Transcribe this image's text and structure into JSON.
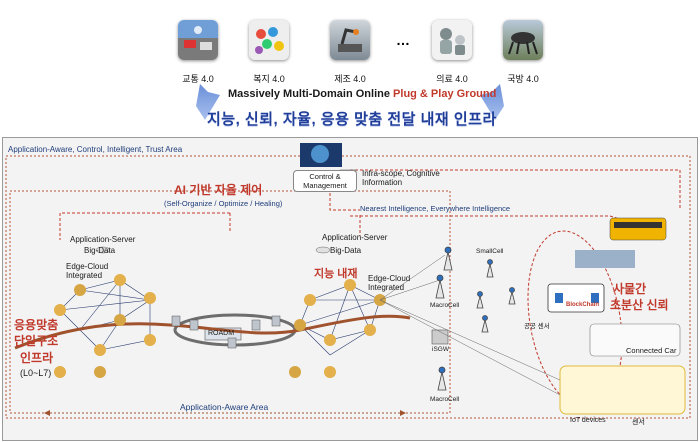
{
  "domains": [
    {
      "label": "교통 4.0",
      "icon": "traffic-icon"
    },
    {
      "label": "복지 4.0",
      "icon": "welfare-icon"
    },
    {
      "label": "제조 4.0",
      "icon": "manufacturing-icon"
    },
    {
      "label": "의료 4.0",
      "icon": "medical-icon"
    },
    {
      "label": "국방 4.0",
      "icon": "defense-icon"
    }
  ],
  "ellipsis": "…",
  "banner": {
    "prefix": "Massively Multi-Domain Online ",
    "highlight": "Plug & Play Ground"
  },
  "korean_title": "지능, 신뢰, 자율, 응용 맞춤 전달 내재 인프라",
  "panel": {
    "area_title": "Application-Aware, Control, Intelligent, Trust Area",
    "control_mgmt": "Control & Management",
    "infra_scope": "Infra-scope, Cognitive Information",
    "ai_title": "AI 기반 자율 제어",
    "self_organize": "(Self-Organize / Optimize / Healing)",
    "nearest": "Nearest Intelligence, Everywhere Intelligence",
    "app_server": "Application-Server",
    "big_data": "Big-Data",
    "edge_cloud": "Edge-Cloud Integrated",
    "intel_embed": "지능 내재",
    "roadm": "ROADM",
    "smallcell": "SmallCell",
    "macrocell": "MacroCell",
    "isgw": "iSGW",
    "public_sensor": "공공 센서",
    "blockchain": "BlockChain",
    "trust_title_1": "사물간",
    "trust_title_2": "초분산 신뢰",
    "connected_car": "Connected Car",
    "iot_devices": "IoT devices",
    "sensor": "센서",
    "left_title_1": "응용맞춤",
    "left_title_2": "단일구조",
    "left_title_3": "인프라",
    "layers": "(L0~L7)",
    "app_aware_area": "Application-Aware Area"
  },
  "colors": {
    "accent_red": "#c0392b",
    "title_blue": "#1f3d99",
    "backbone": "#a0522d"
  }
}
